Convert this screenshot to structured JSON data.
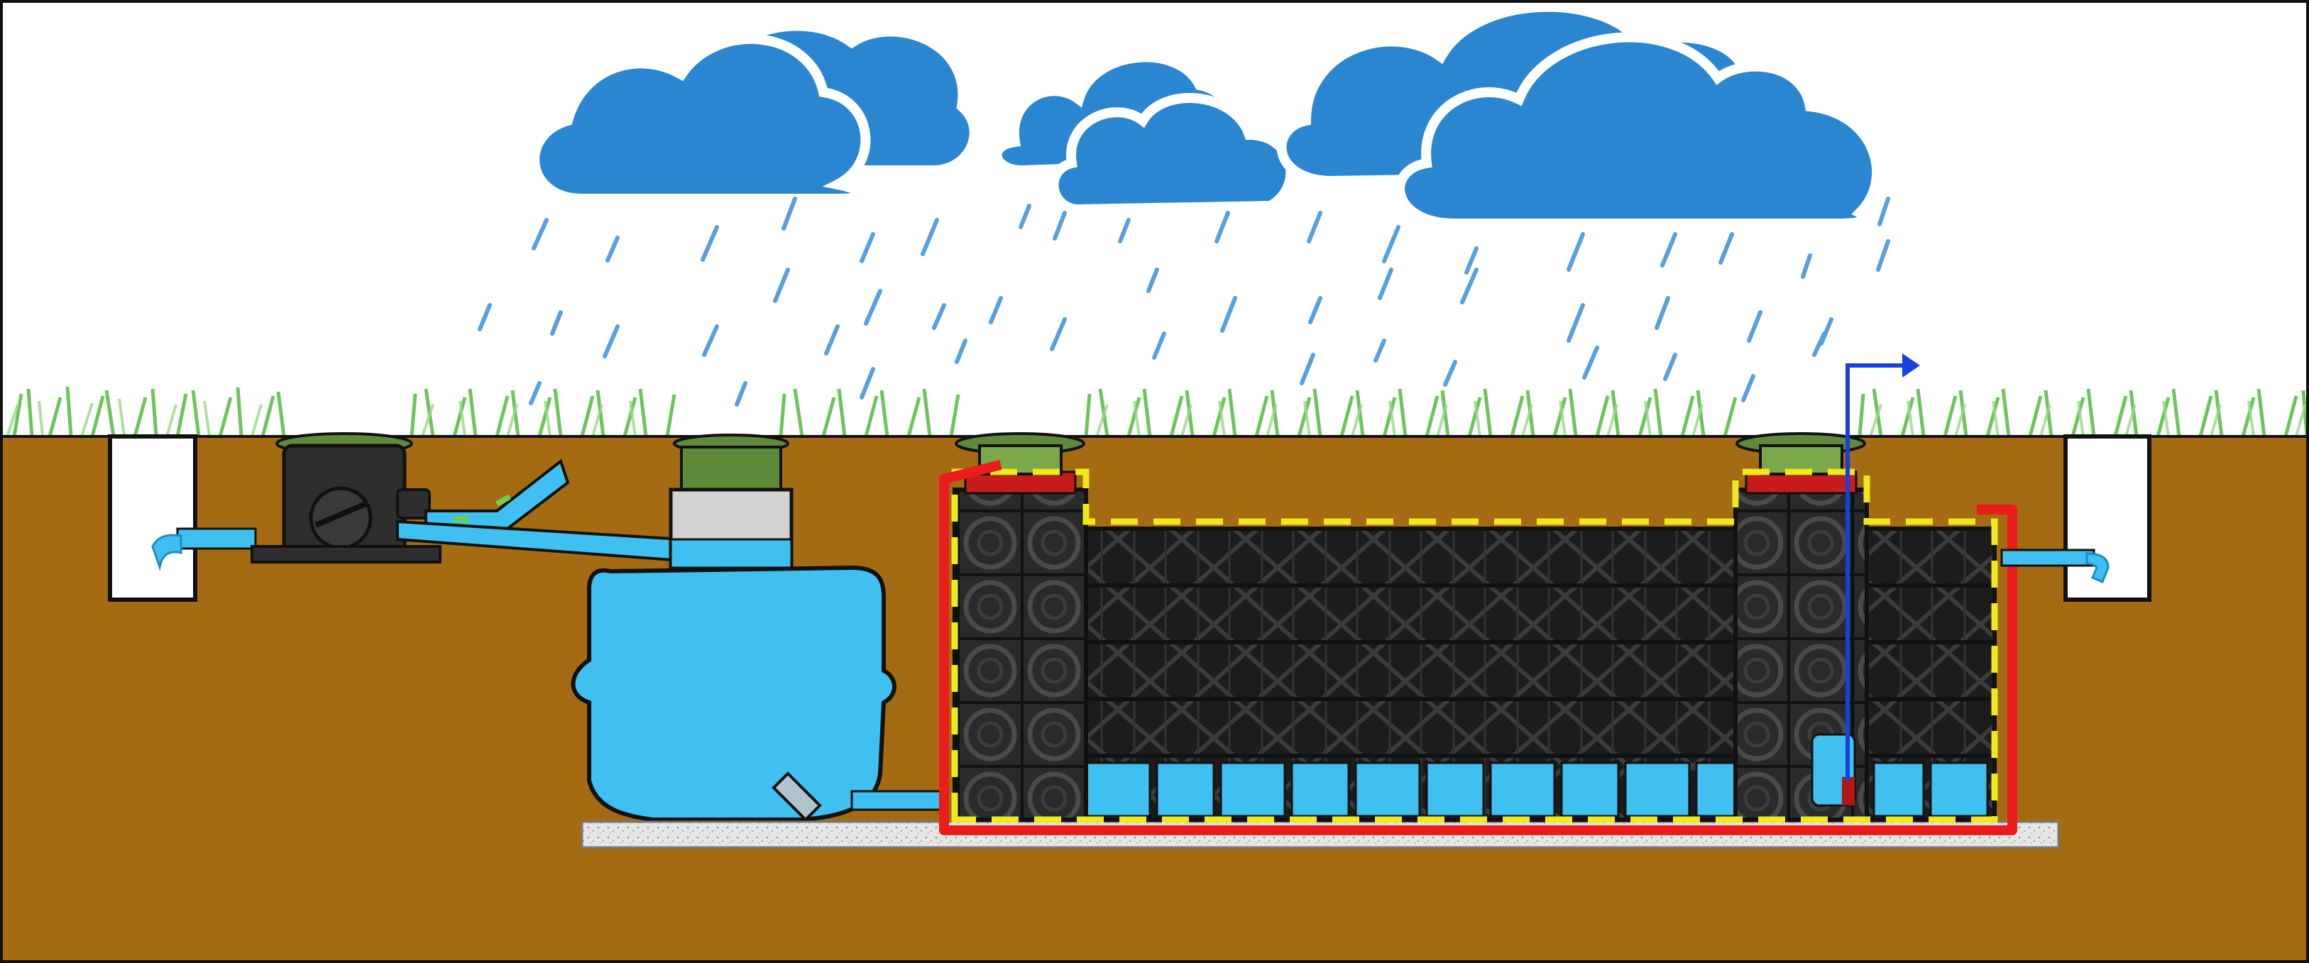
{
  "diagram": {
    "kind": "rainwater-harvesting-and-infiltration-cross-section",
    "components": [
      {
        "id": "sky",
        "icon": "cloud-icon",
        "count": 5
      },
      {
        "id": "rain",
        "icon": "raindrop-icon"
      },
      {
        "id": "grass",
        "icon": "grass-icon"
      },
      {
        "id": "soil",
        "icon": "soil-icon"
      },
      {
        "id": "inlet-pipe",
        "icon": "pipe-icon"
      },
      {
        "id": "filter-unit",
        "icon": "filter-icon"
      },
      {
        "id": "storage-tank",
        "icon": "tank-icon"
      },
      {
        "id": "infiltration-crates",
        "icon": "crate-icon"
      },
      {
        "id": "geotextile-liner",
        "icon": "dashed-border-icon"
      },
      {
        "id": "sealed-membrane",
        "icon": "solid-border-icon"
      },
      {
        "id": "submersible-pump",
        "icon": "pump-icon"
      },
      {
        "id": "outflow-arrow",
        "icon": "arrow-right-icon"
      },
      {
        "id": "overflow-outlet",
        "icon": "pipe-icon"
      },
      {
        "id": "gravel-bed",
        "icon": "gravel-icon"
      }
    ],
    "colors": {
      "sky": "#ffffff",
      "cloud": "#2a86d0",
      "cloud_outline": "#ffffff",
      "rain": "#3a8fd8",
      "grass": "#5dbf4a",
      "soil": "#a46b12",
      "water": "#3fc0f0",
      "tank": "#3fc0f0",
      "crate": "#2e2e2e",
      "crate_dark": "#141414",
      "lid": "#5f8a3a",
      "liner_dashed": "#f0e81e",
      "membrane": "#ea1c1c",
      "pump": "#3fc0f0",
      "pump_motor": "#b01818",
      "arrow": "#1a3fe0",
      "gravel": "#e6e6e6",
      "shaft": "#ffffff"
    }
  }
}
